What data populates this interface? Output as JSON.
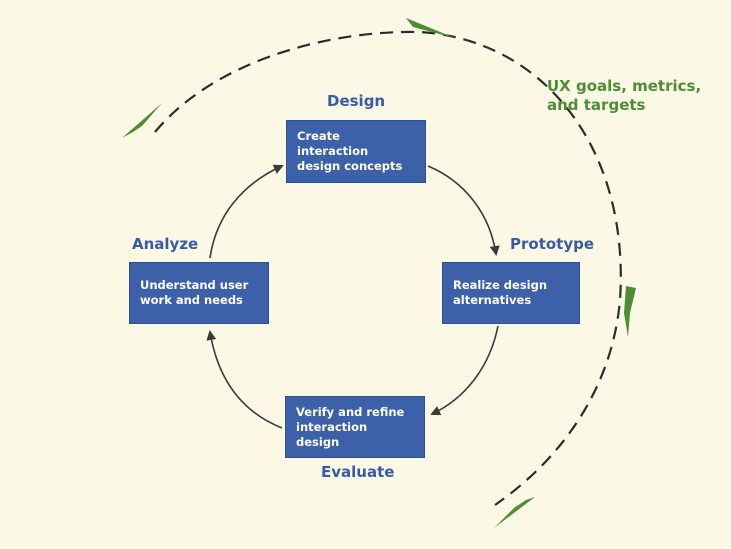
{
  "phases": {
    "design": {
      "label": "Design",
      "box_text": "Create interaction\ndesign concepts"
    },
    "prototype": {
      "label": "Prototype",
      "box_text": "Realize design\nalternatives"
    },
    "evaluate": {
      "label": "Evaluate",
      "box_text": "Verify and refine\ninteraction design"
    },
    "analyze": {
      "label": "Analyze",
      "box_text": "Understand user\nwork and needs"
    }
  },
  "goals": {
    "label": "UX goals, metrics,\nand targets"
  },
  "colors": {
    "background": "#fbf8e6",
    "box_fill": "#3d61a8",
    "phase_label": "#3a5aa6",
    "cycle_arrow": "#3a3a3a",
    "goals_arc": "#2b2b2b",
    "goals_arrow": "#4e8d36"
  }
}
